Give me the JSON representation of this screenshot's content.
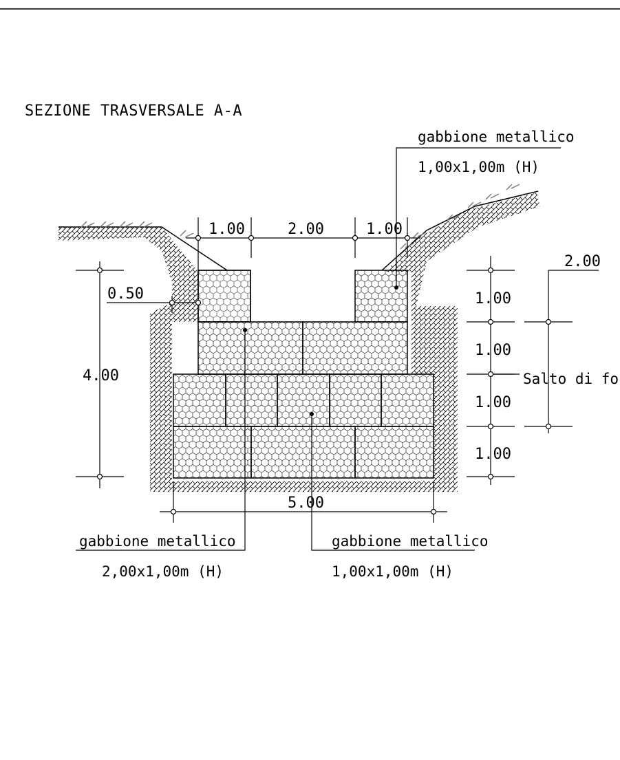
{
  "title": "SEZIONE TRASVERSALE A-A",
  "labels": {
    "top_right": {
      "line1": "gabbione metallico",
      "line2": "1,00x1,00m (H)"
    },
    "bottom_left": {
      "line1": "gabbione metallico",
      "line2": "2,00x1,00m (H)"
    },
    "bottom_right": {
      "line1": "gabbione metallico",
      "line2": "1,00x1,00m (H)"
    },
    "salto": "Salto di fond"
  },
  "dimensions": {
    "top_left": "1.00",
    "top_mid": "2.00",
    "top_right": "1.00",
    "offset": "0.50",
    "total_height": "4.00",
    "row1": "1.00",
    "row2": "1.00",
    "row3": "1.00",
    "row4": "1.00",
    "base_width": "5.00",
    "salto_height": "2.00"
  },
  "colors": {
    "line": "#000000",
    "grass": "#7a7a7a",
    "background": "#ffffff"
  }
}
